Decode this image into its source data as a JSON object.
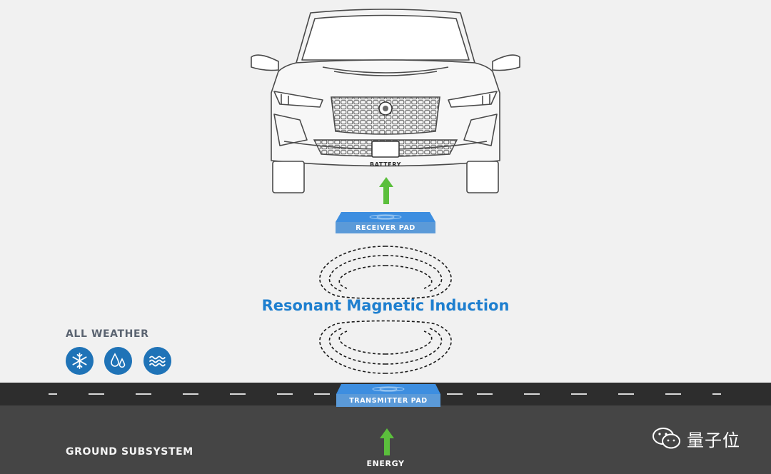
{
  "diagram": {
    "title": "Resonant Magnetic Induction",
    "labels": {
      "battery": "BATTERY",
      "receiver_pad": "RECEIVER PAD",
      "transmitter_pad": "TRANSMITTER PAD",
      "energy": "ENERGY",
      "all_weather": "ALL WEATHER",
      "ground_subsystem": "GROUND SUBSYSTEM"
    },
    "weather_icons": [
      "snowflake-icon",
      "raindrops-icon",
      "water-waves-icon"
    ],
    "watermark": "量子位",
    "colors": {
      "background": "#f1f1f1",
      "road": "#2d2d2d",
      "ground": "#454545",
      "accent_blue": "#1f7fd0",
      "arrow_green": "#5bbf3c",
      "pad_blue": "#4f90d6"
    }
  }
}
